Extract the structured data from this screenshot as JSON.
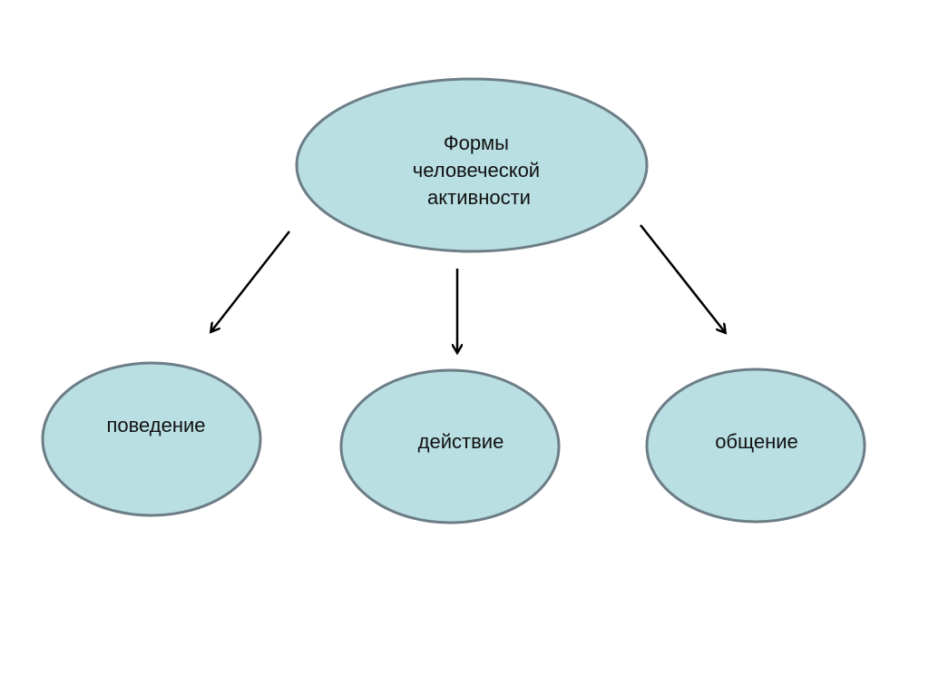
{
  "root": {
    "lines": [
      "Формы",
      "человеческой",
      "активности"
    ]
  },
  "children": [
    {
      "label": "поведение"
    },
    {
      "label": "действие"
    },
    {
      "label": "общение"
    }
  ],
  "colors": {
    "node_fill": "#b9dfe2",
    "node_stroke": "#6c7d86",
    "arrow": "#000000"
  }
}
